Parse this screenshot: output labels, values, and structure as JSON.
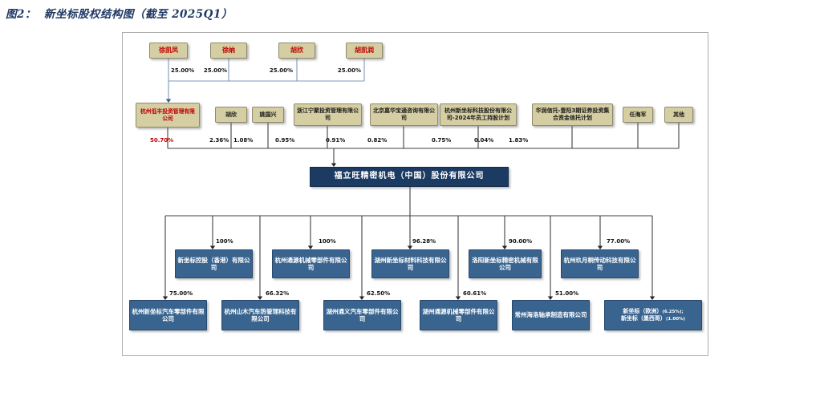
{
  "title": {
    "prefix": "图2：",
    "text": "新坐标股权结构图（截至 2025Q1）"
  },
  "colors": {
    "title_navy": "#1F3864",
    "box_tan": "#D5CEA3",
    "text_red": "#C00000",
    "box_blue": "#39648F",
    "box_navy": "#1C3B63",
    "wire_top": "#7E99B8",
    "wire_dark": "#404040",
    "arrow_navy": "#2F5597"
  },
  "diagram": {
    "founders": [
      {
        "name": "徐凯凤",
        "pct": "25.00%"
      },
      {
        "name": "徐纳",
        "pct": "25.00%"
      },
      {
        "name": "胡欣",
        "pct": "25.00%"
      },
      {
        "name": "胡凯润",
        "pct": "25.00%"
      }
    ],
    "holding_company": {
      "name": "杭州低丰投资管理有限公司",
      "pct": "50.70%"
    },
    "other_shareholders": [
      {
        "name": "胡欣",
        "pct": "2.36%"
      },
      {
        "name": "姚国兴",
        "pct": "1.08%"
      },
      {
        "name": "浙江宁聚投资管理有限公司",
        "pct": "0.95%"
      },
      {
        "name": "北京嘉华宝通咨询有限公司",
        "pct": "0.91%"
      },
      {
        "name": "杭州新坐标科技股份有限公司-2024年员工持股计划",
        "pct": "0.82%"
      },
      {
        "name": "华润信托-壹阳3期证券投资集合资金信托计划",
        "pct": "0.75%"
      },
      {
        "name": "任海军",
        "pct": "0.04%"
      },
      {
        "name": "其他",
        "pct": "1.83%"
      }
    ],
    "parent_company": "福立旺精密机电（中国）股份有限公司",
    "subsidiaries_level1": [
      {
        "name": "新坐标控股（香港）有限公司",
        "pct": "100%"
      },
      {
        "name": "杭州通源机械零部件有限公司",
        "pct": "100%"
      },
      {
        "name": "湖州新坐标材料科技有限公司",
        "pct": "96.28%"
      },
      {
        "name": "洛阳新坐标精密机械有限公司",
        "pct": "90.00%"
      },
      {
        "name": "杭州玖月桐传动科技有限公司",
        "pct": "77.00%"
      }
    ],
    "subsidiaries_level2": [
      {
        "name": "杭州新坐标汽车零部件有限公司",
        "pct": "75.00%"
      },
      {
        "name": "杭州山木汽车热管理科技有限公司",
        "pct": "66.32%"
      },
      {
        "name": "湖州通义汽车零部件有限公司",
        "pct": "62.50%"
      },
      {
        "name": "湖州通源机械零部件有限公司",
        "pct": "60.61%"
      },
      {
        "name": "常州海洛轴承制造有限公司",
        "pct": "51.00%"
      },
      {
        "lines": [
          {
            "text": "新坐标（欧洲）",
            "pct": "(6.25%);"
          },
          {
            "text": "新坐标（墨西哥）",
            "pct": "(1.00%)"
          }
        ]
      }
    ]
  }
}
